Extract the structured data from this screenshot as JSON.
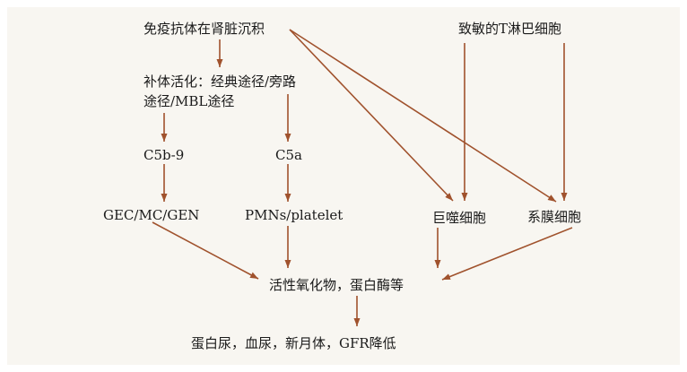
{
  "diagram": {
    "colors": {
      "arrow": "#a0522d",
      "text": "#1a1a1a",
      "background": "#f8f6f1"
    },
    "nodes": {
      "immune_deposit": "免疫抗体在肾脏沉积",
      "sensitized_t": "致敏的T淋巴细胞",
      "complement_line1": "补体活化：经典途径/旁路",
      "complement_line2": "途径/MBL途径",
      "c5b9": "C5b-9",
      "c5a": "C5a",
      "gec": "GEC/MC/GEN",
      "pmn": "PMNs/platelet",
      "macrophage": "巨噬细胞",
      "mesangial": "系膜细胞",
      "ros": "活性氧化物，蛋白酶等",
      "outcome": "蛋白尿，血尿，新月体，GFR降低"
    }
  }
}
